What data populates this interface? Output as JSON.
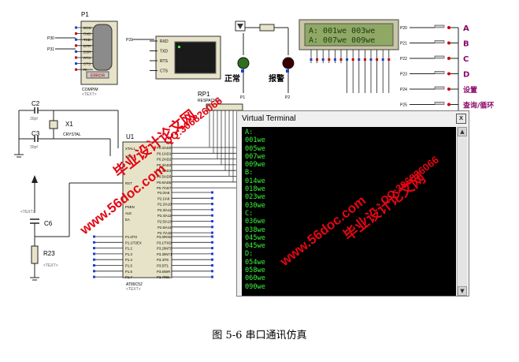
{
  "figure": {
    "caption": "图 5-6  串口通讯仿真"
  },
  "terminal": {
    "title": "Virtual Terminal",
    "close_glyph": "x",
    "lines": [
      "A:",
      "001we",
      "005we",
      "007we",
      "009we",
      "B:",
      "014we",
      "018we",
      "023we",
      "030we",
      "C:",
      "036we",
      "038we",
      "045we",
      "045we",
      "D:",
      "054we",
      "058we",
      "060we",
      "090we"
    ]
  },
  "lcd": {
    "line1": "A: 001we  003we",
    "line2": "A: 007we  009we"
  },
  "labels": {
    "p1": "P1",
    "comport": "COMPIM",
    "error": "ERROR",
    "rp1": "RP1",
    "rp1_sub": "RESPACK-8",
    "u1": "U1",
    "chip": "AT89C52",
    "c2": "C2",
    "c3": "C3",
    "c6": "C6",
    "x1": "X1",
    "crystal": "CRYSTAL",
    "r23": "R23",
    "normal": "正常",
    "alarm": "报警",
    "key_a": "A",
    "key_b": "B",
    "key_c": "C",
    "key_d": "D",
    "key_set": "设置",
    "key_query": "查询/循环",
    "text_tag": "<TEXT>",
    "cap_val": "30pf"
  },
  "watermarks": {
    "site": "www.56doc.com",
    "title": "毕业设计论文网",
    "qq": "QQ:306826066"
  },
  "pins": {
    "port_left": [
      "P1.0/T2",
      "P1.1/T2EX",
      "P1.2",
      "P1.3",
      "P1.4",
      "P1.5",
      "P1.6",
      "P1.7"
    ],
    "port0": [
      "P0.0/AD0",
      "P0.1/AD1",
      "P0.2/AD2",
      "P0.3/AD3",
      "P0.4/AD4",
      "P0.5/AD5",
      "P0.6/AD6",
      "P0.7/AD7"
    ],
    "port2": [
      "P2.0/A8",
      "P2.1/A9",
      "P2.2/A10",
      "P2.3/A11",
      "P2.4/A12",
      "P2.5/A13",
      "P2.6/A14",
      "P2.7/A15"
    ],
    "port3": [
      "P3.0/RXD",
      "P3.1/TXD",
      "P3.2/INT0",
      "P3.3/INT1",
      "P3.4/T0",
      "P3.5/T1",
      "P3.6/WR",
      "P3.7/RD"
    ],
    "ctrl": [
      "XTAL1",
      "XTAL2",
      "RST",
      "PSEN",
      "ALE",
      "EA"
    ],
    "com": [
      "DCD",
      "RXD",
      "TXD",
      "DTR",
      "DSR",
      "RTS",
      "CTS",
      "RI"
    ],
    "vt": [
      "RXD",
      "TXD",
      "RTS",
      "CTS"
    ]
  }
}
